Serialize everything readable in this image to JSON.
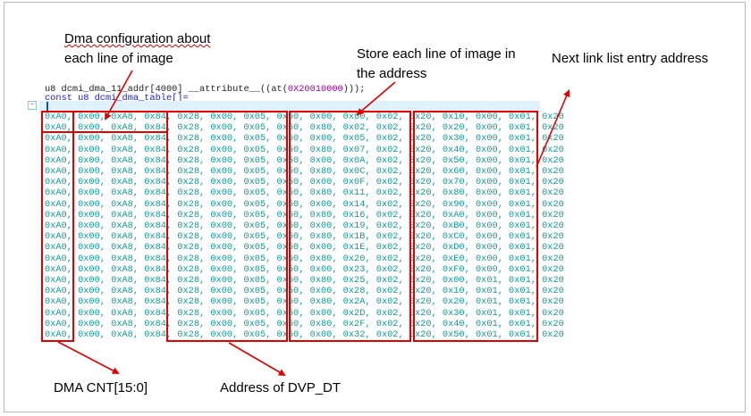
{
  "annotations": {
    "dma_config_line1": "Dma configuration about",
    "dma_config_line2": "each line of image",
    "store_line1": "Store each line of image in",
    "store_line2": "the address",
    "next_link": "Next link list entry address",
    "dma_cnt": "DMA CNT[15:0]",
    "address_dvp": "Address of DVP_DT"
  },
  "code": {
    "decl_prefix": "u8 dcmi_dma_11_addr[4000] __attribute__((at(",
    "decl_addr": "0X20010000",
    "decl_suffix": ")));",
    "table_kw": "const",
    "table_rest": " u8 dcmi_dma_table[]="
  },
  "table_rows": [
    "0xA0, 0x00, 0xA8, 0x84, 0x28, 0x00, 0x05, 0x50, 0x00, 0x00, 0x02, 0x20, 0x10, 0x00, 0x01, 0x20",
    "0xA0, 0x00, 0xA8, 0x84, 0x28, 0x00, 0x05, 0x50, 0x80, 0x02, 0x02, 0x20, 0x20, 0x00, 0x01, 0x20",
    "0xA0, 0x00, 0xA8, 0x84, 0x28, 0x00, 0x05, 0x50, 0x00, 0x05, 0x02, 0x20, 0x30, 0x00, 0x01, 0x20",
    "0xA0, 0x00, 0xA8, 0x84, 0x28, 0x00, 0x05, 0x50, 0x80, 0x07, 0x02, 0x20, 0x40, 0x00, 0x01, 0x20",
    "0xA0, 0x00, 0xA8, 0x84, 0x28, 0x00, 0x05, 0x50, 0x00, 0x0A, 0x02, 0x20, 0x50, 0x00, 0x01, 0x20",
    "0xA0, 0x00, 0xA8, 0x84, 0x28, 0x00, 0x05, 0x50, 0x80, 0x0C, 0x02, 0x20, 0x60, 0x00, 0x01, 0x20",
    "0xA0, 0x00, 0xA8, 0x84, 0x28, 0x00, 0x05, 0x50, 0x00, 0x0F, 0x02, 0x20, 0x70, 0x00, 0x01, 0x20",
    "0xA0, 0x00, 0xA8, 0x84, 0x28, 0x00, 0x05, 0x50, 0x80, 0x11, 0x02, 0x20, 0x80, 0x00, 0x01, 0x20",
    "0xA0, 0x00, 0xA8, 0x84, 0x28, 0x00, 0x05, 0x50, 0x00, 0x14, 0x02, 0x20, 0x90, 0x00, 0x01, 0x20",
    "0xA0, 0x00, 0xA8, 0x84, 0x28, 0x00, 0x05, 0x50, 0x80, 0x16, 0x02, 0x20, 0xA0, 0x00, 0x01, 0x20",
    "0xA0, 0x00, 0xA8, 0x84, 0x28, 0x00, 0x05, 0x50, 0x00, 0x19, 0x02, 0x20, 0xB0, 0x00, 0x01, 0x20",
    "0xA0, 0x00, 0xA8, 0x84, 0x28, 0x00, 0x05, 0x50, 0x80, 0x1B, 0x02, 0x20, 0xC0, 0x00, 0x01, 0x20",
    "0xA0, 0x00, 0xA8, 0x84, 0x28, 0x00, 0x05, 0x50, 0x00, 0x1E, 0x02, 0x20, 0xD0, 0x00, 0x01, 0x20",
    "0xA0, 0x00, 0xA8, 0x84, 0x28, 0x00, 0x05, 0x50, 0x80, 0x20, 0x02, 0x20, 0xE0, 0x00, 0x01, 0x20",
    "0xA0, 0x00, 0xA8, 0x84, 0x28, 0x00, 0x05, 0x50, 0x00, 0x23, 0x02, 0x20, 0xF0, 0x00, 0x01, 0x20",
    "0xA0, 0x00, 0xA8, 0x84, 0x28, 0x00, 0x05, 0x50, 0x80, 0x25, 0x02, 0x20, 0x00, 0x01, 0x01, 0x20",
    "0xA0, 0x00, 0xA8, 0x84, 0x28, 0x00, 0x05, 0x50, 0x00, 0x28, 0x02, 0x20, 0x10, 0x01, 0x01, 0x20",
    "0xA0, 0x00, 0xA8, 0x84, 0x28, 0x00, 0x05, 0x50, 0x80, 0x2A, 0x02, 0x20, 0x20, 0x01, 0x01, 0x20",
    "0xA0, 0x00, 0xA8, 0x84, 0x28, 0x00, 0x05, 0x50, 0x00, 0x2D, 0x02, 0x20, 0x30, 0x01, 0x01, 0x20",
    "0xA0, 0x00, 0xA8, 0x84, 0x28, 0x00, 0x05, 0x50, 0x80, 0x2F, 0x02, 0x20, 0x40, 0x01, 0x01, 0x20",
    "0xA0, 0x00, 0xA8, 0x84, 0x28, 0x00, 0x05, 0x50, 0x00, 0x32, 0x02, 0x20, 0x50, 0x01, 0x01, 0x20"
  ],
  "colors": {
    "annotation_red": "#e00000",
    "hex_value": "#119a9a",
    "keyword": "#1c1cd6"
  }
}
